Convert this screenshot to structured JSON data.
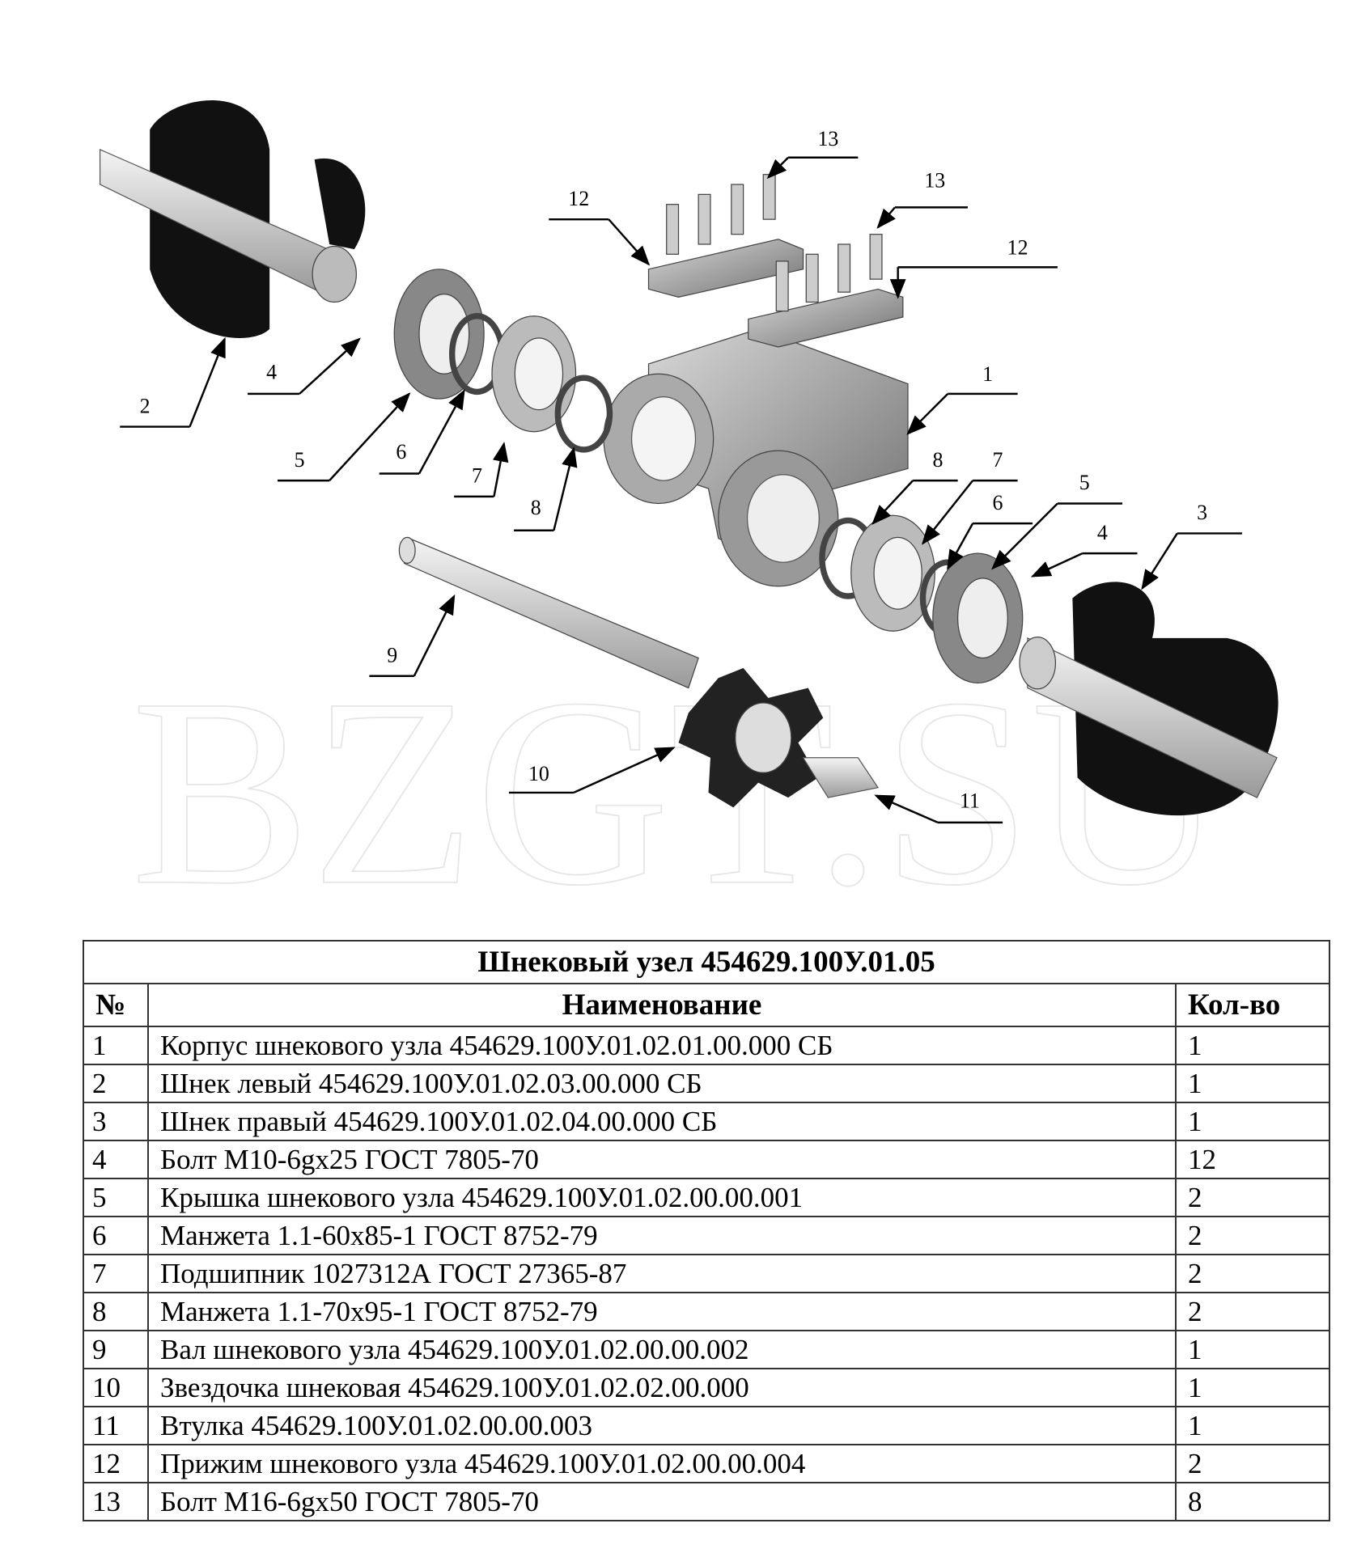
{
  "drawing": {
    "watermark": "BZGT.SU",
    "callouts": [
      "13",
      "13",
      "12",
      "12",
      "1",
      "2",
      "4",
      "5",
      "6",
      "7",
      "8",
      "8",
      "7",
      "6",
      "5",
      "4",
      "3",
      "9",
      "10",
      "11"
    ]
  },
  "table": {
    "title": "Шнековый узел 454629.100У.01.05",
    "headers": {
      "num": "№",
      "name": "Наименование",
      "qty": "Кол-во"
    },
    "rows": [
      {
        "num": "1",
        "name": "Корпус шнекового узла 454629.100У.01.02.01.00.000 СБ",
        "qty": "1"
      },
      {
        "num": "2",
        "name": "Шнек левый 454629.100У.01.02.03.00.000 СБ",
        "qty": "1"
      },
      {
        "num": "3",
        "name": "Шнек правый 454629.100У.01.02.04.00.000 СБ",
        "qty": "1"
      },
      {
        "num": "4",
        "name": "Болт М10-6gx25 ГОСТ 7805-70",
        "qty": "12"
      },
      {
        "num": "5",
        "name": "Крышка шнекового узла 454629.100У.01.02.00.00.001",
        "qty": "2"
      },
      {
        "num": "6",
        "name": "Манжета 1.1-60x85-1 ГОСТ 8752-79",
        "qty": "2"
      },
      {
        "num": "7",
        "name": "Подшипник 1027312А ГОСТ 27365-87",
        "qty": "2"
      },
      {
        "num": "8",
        "name": "Манжета 1.1-70x95-1 ГОСТ 8752-79",
        "qty": "2"
      },
      {
        "num": "9",
        "name": "Вал шнекового узла 454629.100У.01.02.00.00.002",
        "qty": "1"
      },
      {
        "num": "10",
        "name": "Звездочка шнековая 454629.100У.01.02.02.00.000",
        "qty": "1"
      },
      {
        "num": "11",
        "name": "Втулка 454629.100У.01.02.00.00.003",
        "qty": "1"
      },
      {
        "num": "12",
        "name": "Прижим шнекового узла 454629.100У.01.02.00.00.004",
        "qty": "2"
      },
      {
        "num": "13",
        "name": "Болт М16-6gx50 ГОСТ 7805-70",
        "qty": "8"
      }
    ]
  }
}
